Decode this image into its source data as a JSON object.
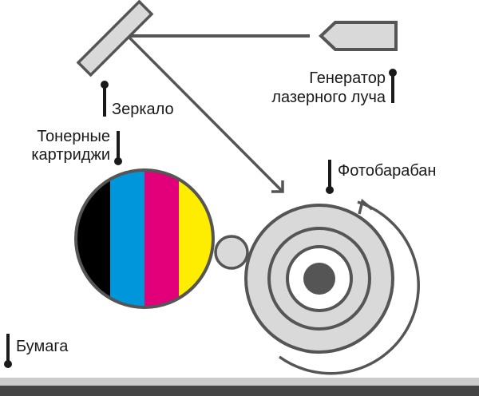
{
  "labels": {
    "mirror": "Зеркало",
    "laser_line1": "Генератор",
    "laser_line2": "лазерного луча",
    "toner_line1": "Тонерные",
    "toner_line2": "картриджи",
    "drum": "Фотобарабан",
    "paper": "Бумага"
  },
  "colors": {
    "stroke_dark": "#555555",
    "fill_light": "#d9d9d9",
    "drum_core": "#555555",
    "toner_black": "#000000",
    "toner_cyan": "#0096db",
    "toner_magenta": "#e2007a",
    "toner_yellow": "#ffed00",
    "paper_light": "#cccccc",
    "paper_dark": "#444444"
  }
}
